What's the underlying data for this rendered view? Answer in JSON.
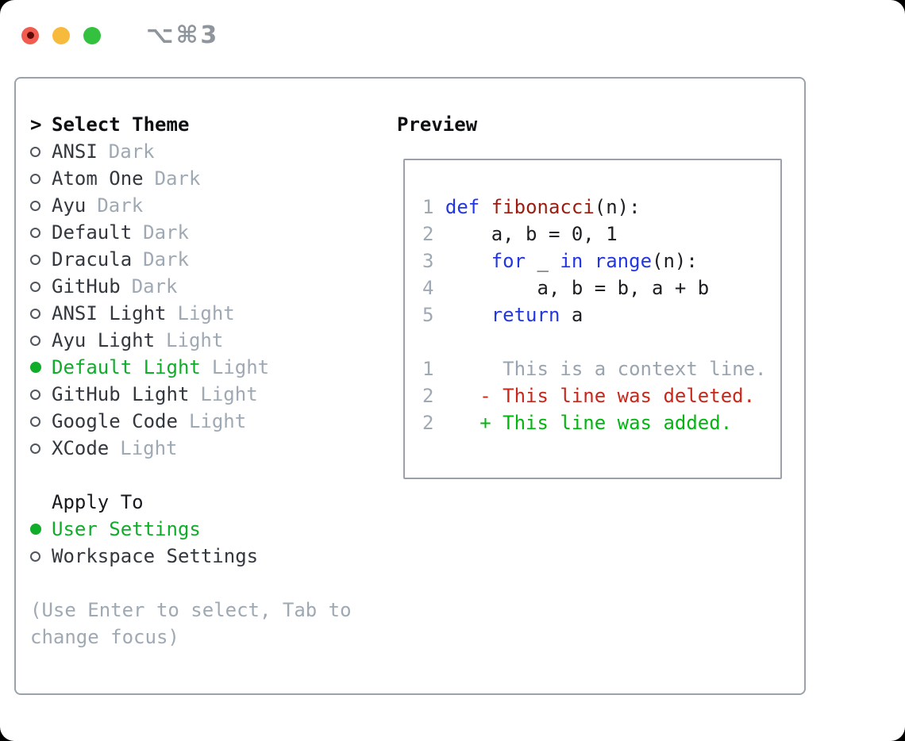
{
  "window": {
    "title": "⌥⌘3",
    "traffic_lights": [
      {
        "name": "close",
        "color": "#f25c50",
        "dot": "#5d0b04"
      },
      {
        "name": "minimize",
        "color": "#f6bb3d",
        "dot": null
      },
      {
        "name": "zoom",
        "color": "#34c13f",
        "dot": null
      }
    ]
  },
  "colors": {
    "panel_border": "#9aa2ac",
    "accent_green": "#0fad2a",
    "diff_added_green": "#03b511",
    "diff_deleted_red": "#c8271b",
    "keyword_blue": "#2236e4",
    "function_red": "#9e1c0f",
    "muted_gray": "#9fa9b4",
    "text_dark": "#33373e"
  },
  "theme_picker": {
    "header": "Select Theme",
    "header_prefix": ">",
    "options": [
      {
        "name": "ANSI",
        "variant": "Dark",
        "selected": false
      },
      {
        "name": "Atom One",
        "variant": "Dark",
        "selected": false
      },
      {
        "name": "Ayu",
        "variant": "Dark",
        "selected": false
      },
      {
        "name": "Default",
        "variant": "Dark",
        "selected": false
      },
      {
        "name": "Dracula",
        "variant": "Dark",
        "selected": false
      },
      {
        "name": "GitHub",
        "variant": "Dark",
        "selected": false
      },
      {
        "name": "ANSI Light",
        "variant": "Light",
        "selected": false
      },
      {
        "name": "Ayu Light",
        "variant": "Light",
        "selected": false
      },
      {
        "name": "Default Light",
        "variant": "Light",
        "selected": true
      },
      {
        "name": "GitHub Light",
        "variant": "Light",
        "selected": false
      },
      {
        "name": "Google Code",
        "variant": "Light",
        "selected": false
      },
      {
        "name": "XCode",
        "variant": "Light",
        "selected": false
      }
    ]
  },
  "apply_to": {
    "header": "Apply To",
    "options": [
      {
        "name": "User Settings",
        "selected": true
      },
      {
        "name": "Workspace Settings",
        "selected": false
      }
    ]
  },
  "hint": "(Use Enter to select, Tab to change focus)",
  "preview": {
    "header": "Preview",
    "code_lines": [
      {
        "num": "1",
        "tokens": [
          {
            "t": "def",
            "c": "kw"
          },
          {
            "t": " ",
            "c": "pl"
          },
          {
            "t": "fibonacci",
            "c": "fn"
          },
          {
            "t": "(n):",
            "c": "pl"
          }
        ]
      },
      {
        "num": "2",
        "tokens": [
          {
            "t": "    a, b = 0, 1",
            "c": "pl"
          }
        ]
      },
      {
        "num": "3",
        "tokens": [
          {
            "t": "    ",
            "c": "pl"
          },
          {
            "t": "for",
            "c": "kw"
          },
          {
            "t": " _ ",
            "c": "pl"
          },
          {
            "t": "in",
            "c": "kw"
          },
          {
            "t": " ",
            "c": "pl"
          },
          {
            "t": "range",
            "c": "kw"
          },
          {
            "t": "(n):",
            "c": "pl"
          }
        ]
      },
      {
        "num": "4",
        "tokens": [
          {
            "t": "        a, b = b, a + b",
            "c": "pl"
          }
        ]
      },
      {
        "num": "5",
        "tokens": [
          {
            "t": "    ",
            "c": "pl"
          },
          {
            "t": "return",
            "c": "kw"
          },
          {
            "t": " a",
            "c": "pl"
          }
        ]
      }
    ],
    "diff_lines": [
      {
        "num": "1",
        "sign": " ",
        "text": "This is a context line.",
        "kind": "context"
      },
      {
        "num": "2",
        "sign": "-",
        "text": "This line was deleted.",
        "kind": "deleted"
      },
      {
        "num": "2",
        "sign": "+",
        "text": "This line was added.",
        "kind": "added"
      }
    ]
  }
}
